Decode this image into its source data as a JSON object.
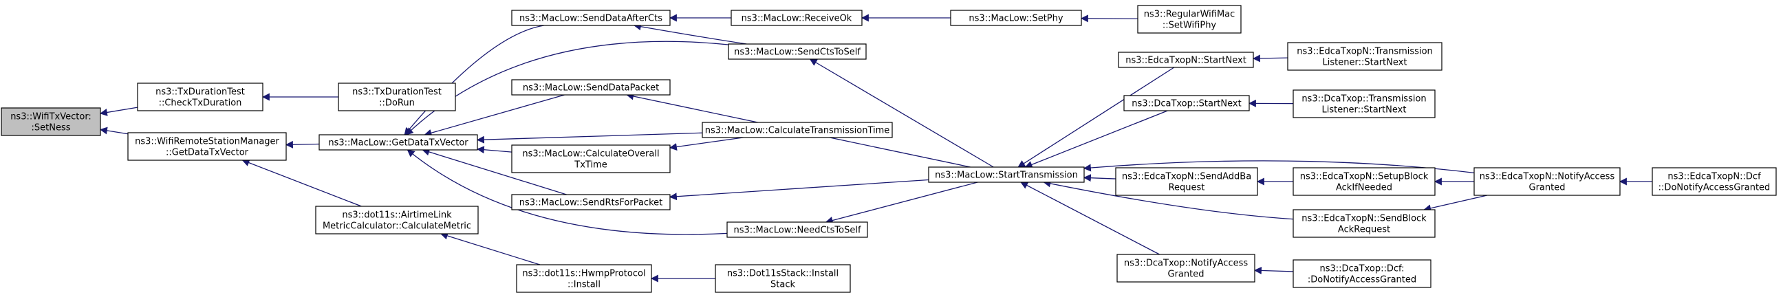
{
  "diagram": {
    "nodes": [
      {
        "id": "setness",
        "lines": [
          "ns3::WifiTxVector:",
          ":SetNess"
        ],
        "root": true
      },
      {
        "id": "checktxduration",
        "lines": [
          "ns3::TxDurationTest",
          "::CheckTxDuration"
        ]
      },
      {
        "id": "dorun",
        "lines": [
          "ns3::TxDurationTest",
          "::DoRun"
        ]
      },
      {
        "id": "getdatatxvector_rsm",
        "lines": [
          "ns3::WifiRemoteStationManager",
          "::GetDataTxVector"
        ]
      },
      {
        "id": "getdatatxvector_ml",
        "lines": [
          "ns3::MacLow::GetDataTxVector"
        ]
      },
      {
        "id": "airtime",
        "lines": [
          "ns3::dot11s::AirtimeLink",
          "MetricCalculator::CalculateMetric"
        ]
      },
      {
        "id": "hwmpinstall",
        "lines": [
          "ns3::dot11s::HwmpProtocol",
          "::Install"
        ]
      },
      {
        "id": "stackinstall",
        "lines": [
          "ns3::Dot11sStack::Install",
          "Stack"
        ]
      },
      {
        "id": "senddataaftercts",
        "lines": [
          "ns3::MacLow::SendDataAfterCts"
        ]
      },
      {
        "id": "senddatapacket",
        "lines": [
          "ns3::MacLow::SendDataPacket"
        ]
      },
      {
        "id": "calcoverall",
        "lines": [
          "ns3::MacLow::CalculateOverall",
          "TxTime"
        ]
      },
      {
        "id": "sendrts",
        "lines": [
          "ns3::MacLow::SendRtsForPacket"
        ]
      },
      {
        "id": "receiveok",
        "lines": [
          "ns3::MacLow::ReceiveOk"
        ]
      },
      {
        "id": "sendctstoself",
        "lines": [
          "ns3::MacLow::SendCtsToSelf"
        ]
      },
      {
        "id": "calctranstime",
        "lines": [
          "ns3::MacLow::CalculateTransmissionTime"
        ]
      },
      {
        "id": "needcts",
        "lines": [
          "ns3::MacLow::NeedCtsToSelf"
        ]
      },
      {
        "id": "setphy",
        "lines": [
          "ns3::MacLow::SetPhy"
        ]
      },
      {
        "id": "regularsetphy",
        "lines": [
          "ns3::RegularWifiMac",
          "::SetWifiPhy"
        ]
      },
      {
        "id": "starttransmission",
        "lines": [
          "ns3::MacLow::StartTransmission"
        ]
      },
      {
        "id": "edcastartnext",
        "lines": [
          "ns3::EdcaTxopN::StartNext"
        ]
      },
      {
        "id": "edcatlstartnext",
        "lines": [
          "ns3::EdcaTxopN::Transmission",
          "Listener::StartNext"
        ]
      },
      {
        "id": "dcastartnext",
        "lines": [
          "ns3::DcaTxop::StartNext"
        ]
      },
      {
        "id": "dcatlstartnext",
        "lines": [
          "ns3::DcaTxop::Transmission",
          "Listener::StartNext"
        ]
      },
      {
        "id": "sendaddba",
        "lines": [
          "ns3::EdcaTxopN::SendAddBa",
          "Request"
        ]
      },
      {
        "id": "setupblockack",
        "lines": [
          "ns3::EdcaTxopN::SetupBlock",
          "AckIfNeeded"
        ]
      },
      {
        "id": "sendblockack",
        "lines": [
          "ns3::EdcaTxopN::SendBlock",
          "AckRequest"
        ]
      },
      {
        "id": "edcanotify",
        "lines": [
          "ns3::EdcaTxopN::NotifyAccess",
          "Granted"
        ]
      },
      {
        "id": "edcadcfnotify",
        "lines": [
          "ns3::EdcaTxopN::Dcf",
          "::DoNotifyAccessGranted"
        ]
      },
      {
        "id": "dcanotify",
        "lines": [
          "ns3::DcaTxop::NotifyAccess",
          "Granted"
        ]
      },
      {
        "id": "dcadcfnotify",
        "lines": [
          "ns3::DcaTxop::Dcf:",
          ":DoNotifyAccessGranted"
        ]
      }
    ],
    "edges": [
      {
        "from": "checktxduration",
        "to": "setness"
      },
      {
        "from": "getdatatxvector_rsm",
        "to": "setness"
      },
      {
        "from": "dorun",
        "to": "checktxduration"
      },
      {
        "from": "getdatatxvector_ml",
        "to": "getdatatxvector_rsm"
      },
      {
        "from": "airtime",
        "to": "getdatatxvector_rsm"
      },
      {
        "from": "hwmpinstall",
        "to": "airtime"
      },
      {
        "from": "stackinstall",
        "to": "hwmpinstall"
      },
      {
        "from": "senddataaftercts",
        "to": "getdatatxvector_ml"
      },
      {
        "from": "sendctstoself",
        "to": "getdatatxvector_ml"
      },
      {
        "from": "senddatapacket",
        "to": "getdatatxvector_ml"
      },
      {
        "from": "calcoverall",
        "to": "getdatatxvector_ml"
      },
      {
        "from": "calctranstime",
        "to": "getdatatxvector_ml"
      },
      {
        "from": "sendrts",
        "to": "getdatatxvector_ml"
      },
      {
        "from": "needcts",
        "to": "getdatatxvector_ml"
      },
      {
        "from": "receiveok",
        "to": "senddataaftercts"
      },
      {
        "from": "sendctstoself",
        "to": "senddataaftercts"
      },
      {
        "from": "setphy",
        "to": "receiveok"
      },
      {
        "from": "regularsetphy",
        "to": "setphy"
      },
      {
        "from": "calctranstime",
        "to": "calcoverall"
      },
      {
        "from": "starttransmission",
        "to": "senddatapacket"
      },
      {
        "from": "starttransmission",
        "to": "sendrts"
      },
      {
        "from": "starttransmission",
        "to": "needcts"
      },
      {
        "from": "starttransmission",
        "to": "sendctstoself"
      },
      {
        "from": "edcastartnext",
        "to": "starttransmission"
      },
      {
        "from": "dcastartnext",
        "to": "starttransmission"
      },
      {
        "from": "sendaddba",
        "to": "starttransmission"
      },
      {
        "from": "sendblockack",
        "to": "starttransmission"
      },
      {
        "from": "dcanotify",
        "to": "starttransmission"
      },
      {
        "from": "edcanotify",
        "to": "starttransmission"
      },
      {
        "from": "edcatlstartnext",
        "to": "edcastartnext"
      },
      {
        "from": "dcatlstartnext",
        "to": "dcastartnext"
      },
      {
        "from": "setupblockack",
        "to": "sendaddba"
      },
      {
        "from": "edcanotify",
        "to": "setupblockack"
      },
      {
        "from": "edcanotify",
        "to": "sendblockack"
      },
      {
        "from": "edcadcfnotify",
        "to": "edcanotify"
      },
      {
        "from": "dcadcfnotify",
        "to": "dcanotify"
      }
    ]
  }
}
